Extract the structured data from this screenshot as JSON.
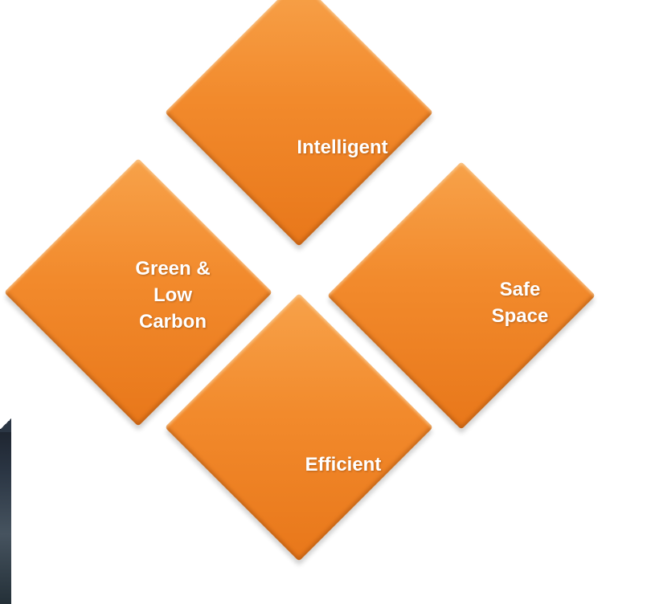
{
  "diagram": {
    "items": [
      {
        "id": "top",
        "lines": [
          "Intelligent"
        ]
      },
      {
        "id": "left",
        "lines": [
          "Green &",
          "Low",
          "Carbon"
        ]
      },
      {
        "id": "right",
        "lines": [
          "Safe",
          "Space"
        ]
      },
      {
        "id": "bottom",
        "lines": [
          "Efficient"
        ]
      }
    ]
  },
  "colors": {
    "diamond_fill": "#f28a2c",
    "diamond_highlight": "#f7a24a",
    "diamond_shadow": "#e8771a",
    "label_text": "#ffffff"
  }
}
